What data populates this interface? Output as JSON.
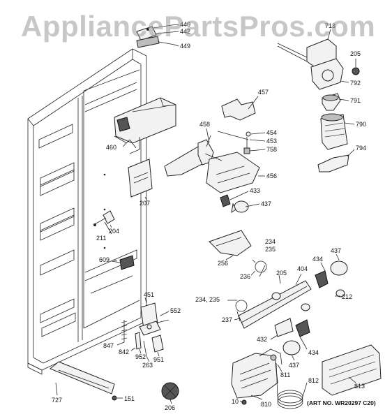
{
  "watermark": "AppliancePartsPros.com",
  "art_number": "(ART NO. WR20297 C20)",
  "callouts": {
    "p440": "440",
    "p442": "442",
    "p449": "449",
    "p713": "713",
    "p205a": "205",
    "p792": "792",
    "p791": "791",
    "p790": "790",
    "p794": "794",
    "p457": "457",
    "p454": "454",
    "p453": "453",
    "p758": "758",
    "p458": "458",
    "p460": "460",
    "p456": "456",
    "p433": "433",
    "p437a": "437",
    "p207": "207",
    "p204": "204",
    "p211": "211",
    "p609": "609",
    "p234a": "234",
    "p235a": "235",
    "p256": "256",
    "p236": "236",
    "p205b": "205",
    "p404": "404",
    "p434a": "434",
    "p437b": "437",
    "p212": "212",
    "p451": "451",
    "p552": "552",
    "p234b": "234, 235",
    "p237": "237",
    "p432": "432",
    "p434b": "434",
    "p437c": "437",
    "p847": "847",
    "p842": "842",
    "p952": "952",
    "p263": "263",
    "p951": "951",
    "p811": "811",
    "p812": "812",
    "p813": "813",
    "p727": "727",
    "p151": "151",
    "p206": "206",
    "p10": "10",
    "p810": "810"
  }
}
